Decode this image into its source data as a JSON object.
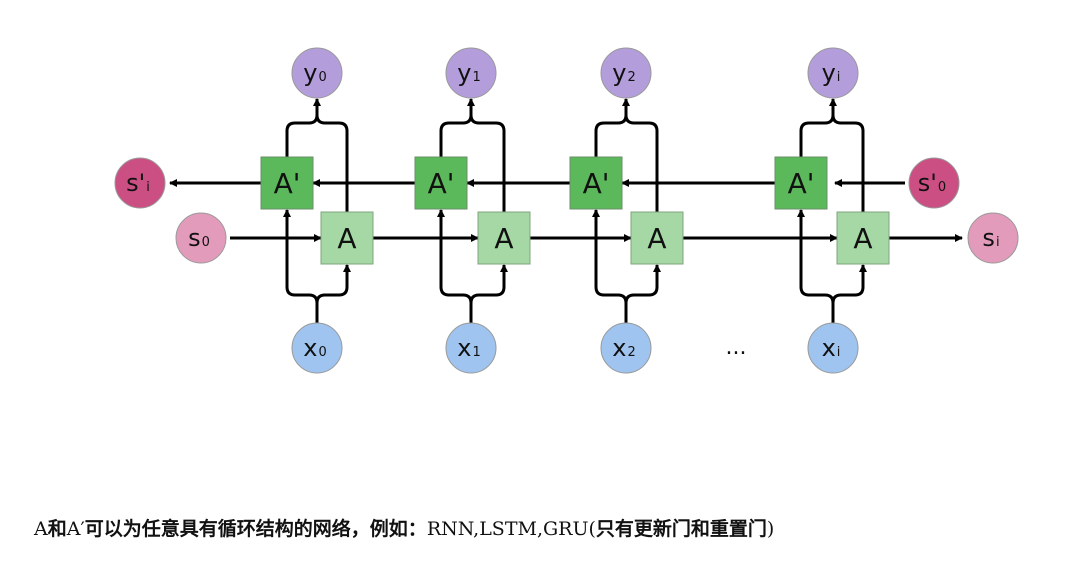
{
  "diagram": {
    "boxes": {
      "forward_label": "A",
      "backward_label": "A'"
    },
    "outputs": [
      {
        "main": "y",
        "sub": "0"
      },
      {
        "main": "y",
        "sub": "1"
      },
      {
        "main": "y",
        "sub": "2"
      },
      {
        "main": "y",
        "sub": "i"
      }
    ],
    "inputs": [
      {
        "main": "x",
        "sub": "0"
      },
      {
        "main": "x",
        "sub": "1"
      },
      {
        "main": "x",
        "sub": "2"
      },
      {
        "main": "x",
        "sub": "i"
      }
    ],
    "state_forward_start": {
      "main": "s",
      "sub": "0"
    },
    "state_forward_end": {
      "main": "s",
      "sub": "i"
    },
    "state_backward_start": {
      "main": "s'",
      "sub": "0"
    },
    "state_backward_end": {
      "main": "s'",
      "sub": "i"
    },
    "ellipsis": "...",
    "colors": {
      "output_node": "#b39ddb",
      "input_node": "#9ec4ef",
      "forward_state_node": "#e39bbb",
      "backward_state_node": "#cc4f84",
      "forward_box": "#a6d8a5",
      "backward_box": "#5cb95b",
      "arrow": "#000000"
    }
  },
  "caption": {
    "part1": "A",
    "part2": "和",
    "part3": "A′",
    "part4": "可以为任意具有循环结构的网络，例如：",
    "part5": "RNN,LSTM,GRU(",
    "part6": "只有更新门和重置门",
    "part7": ")"
  }
}
